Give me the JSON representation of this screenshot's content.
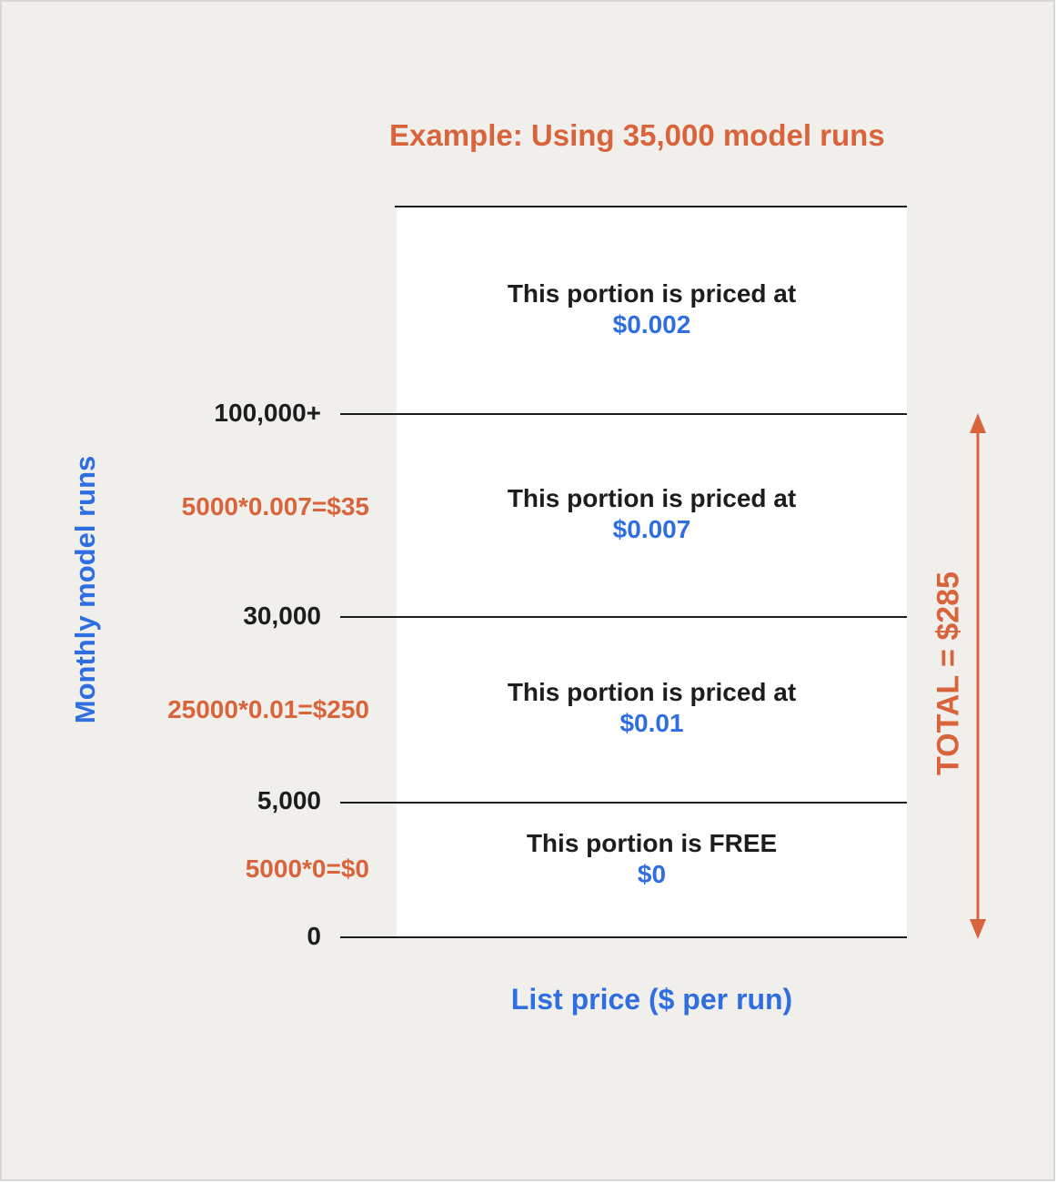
{
  "title": "Example: Using 35,000 model runs",
  "y_axis_label": "Monthly model runs",
  "x_axis_label": "List price ($ per run)",
  "ticks": [
    "100,000+",
    "30,000",
    "5,000",
    "0"
  ],
  "calculations": [
    "5000*0.007=$35",
    "25000*0.01=$250",
    "5000*0=$0"
  ],
  "bands": [
    {
      "label": "This portion is priced at",
      "price": "$0.002"
    },
    {
      "label": "This portion is priced at",
      "price": "$0.007"
    },
    {
      "label": "This portion is priced at",
      "price": "$0.01"
    },
    {
      "label": "This portion is FREE",
      "price": "$0"
    }
  ],
  "total": "TOTAL = $285",
  "colors": {
    "accent_orange": "#d9643c",
    "accent_blue": "#2f6ee0",
    "background": "#f1efec"
  }
}
